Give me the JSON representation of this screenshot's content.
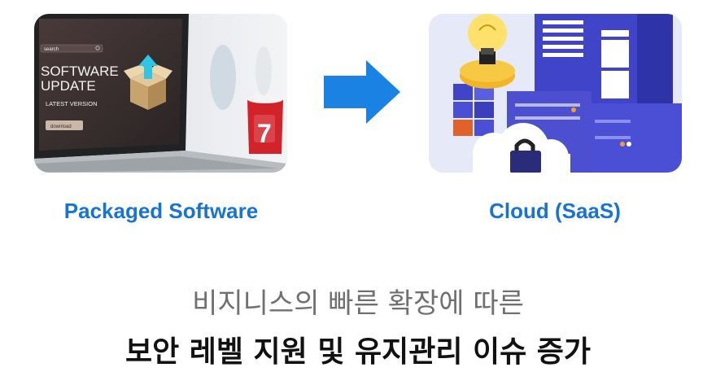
{
  "left_card": {
    "screen": {
      "search_placeholder": "search",
      "title_line1": "SOFTWARE",
      "title_line2": "UPDATE",
      "subtitle": "LATEST VERSION",
      "button_label": "download"
    },
    "mug_number": "7",
    "label": "Packaged Software"
  },
  "right_card": {
    "label": "Cloud (SaaS)"
  },
  "colors": {
    "accent": "#1773d4",
    "arrow": "#1a82e2"
  },
  "bottom": {
    "subtitle": "비지니스의 빠른 확장에 따른",
    "headline": "보안 레벨 지원 및 유지관리 이슈 증가"
  }
}
